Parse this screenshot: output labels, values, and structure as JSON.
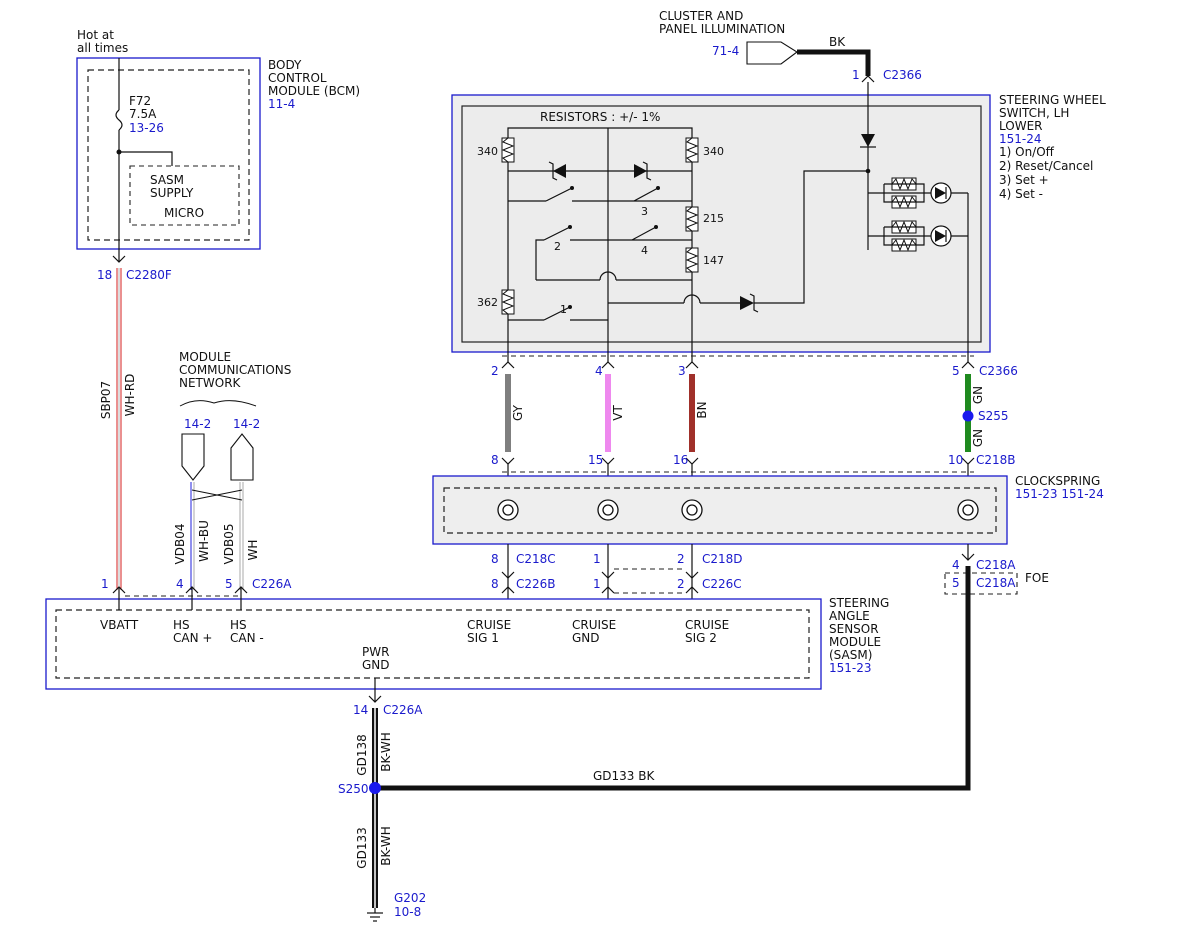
{
  "hot_at_all_times": [
    "Hot at",
    "all times"
  ],
  "bcm": {
    "name_lines": [
      "BODY",
      "CONTROL",
      "MODULE (BCM)"
    ],
    "ref": "11-4",
    "fuse": [
      "F72",
      "7.5A"
    ],
    "fuse_ref": "13-26",
    "supply_lines": [
      "SASM",
      "SUPPLY"
    ],
    "micro": "MICRO"
  },
  "cluster": {
    "lines": [
      "CLUSTER AND",
      "PANEL ILLUMINATION"
    ],
    "ref": "71-4",
    "wire_color": "BK",
    "pin": "1",
    "connector": "C2366"
  },
  "swsw": {
    "name_lines": [
      "STEERING WHEEL",
      "SWITCH, LH",
      "LOWER"
    ],
    "ref": "151-24",
    "functions": [
      "1) On/Off",
      "2) Reset/Cancel",
      "3) Set +",
      "4) Set -"
    ],
    "resistors_label": "RESISTORS : +/- 1%",
    "resistor_values": [
      "340",
      "340",
      "215",
      "147",
      "362"
    ],
    "switch_numbers": [
      "1",
      "2",
      "3",
      "4"
    ]
  },
  "mcn": {
    "lines": [
      "MODULE",
      "COMMUNICATIONS",
      "NETWORK"
    ],
    "refs": [
      "14-2",
      "14-2"
    ]
  },
  "bcm_to_sasm": {
    "pin_top": "18",
    "conn_top": "C2280F",
    "circuit": "SBP07",
    "color": "WH-RD"
  },
  "upper_wires": [
    {
      "pin_top": "2",
      "color": "GY",
      "pin_bottom": "8",
      "hex": "#7f7f7f"
    },
    {
      "pin_top": "4",
      "color": "VT",
      "pin_bottom": "15",
      "hex": "#ee88ee"
    },
    {
      "pin_top": "3",
      "color": "BN",
      "pin_bottom": "16",
      "hex": "#a0302a"
    },
    {
      "pin_top": "5",
      "color": "GN",
      "pin_bottom": "10",
      "hex": "#1f8a1f"
    }
  ],
  "upper_conn_top": "C2366",
  "upper_conn_bottom": "C218B",
  "splice_s255": "S255",
  "gn_color_2": "GN",
  "clockspring": {
    "name": "CLOCKSPRING",
    "refs": "151-23  151-24"
  },
  "clockspring_lower": {
    "c218c": {
      "pin": "8",
      "conn": "C218C"
    },
    "c218d_pin1": "1",
    "c218d": {
      "pin": "2",
      "conn": "C218D"
    },
    "c218a": {
      "pin": "4",
      "conn": "C218A"
    }
  },
  "sasm_pins": {
    "p1": "1",
    "p4": "4",
    "p5": "5",
    "c226a": "C226A",
    "c226b": {
      "pin": "8",
      "conn": "C226B"
    },
    "c226c_pin1": "1",
    "c226c": {
      "pin": "2",
      "conn": "C226C"
    }
  },
  "foe": {
    "pin": "5",
    "conn": "C218A",
    "label": "FOE"
  },
  "can_wires": {
    "vdb04": "VDB04",
    "vdb04_color": "WH-BU",
    "vdb05": "VDB05",
    "vdb05_color": "WH"
  },
  "sasm": {
    "name_lines": [
      "STEERING",
      "ANGLE",
      "SENSOR",
      "MODULE",
      "(SASM)"
    ],
    "ref": "151-23",
    "pin_labels": {
      "vbatt": "VBATT",
      "hscanp": [
        "HS",
        "CAN +"
      ],
      "hscann": [
        "HS",
        "CAN -"
      ],
      "cs1": [
        "CRUISE",
        "SIG 1"
      ],
      "cgnd": [
        "CRUISE",
        "GND"
      ],
      "cs2": [
        "CRUISE",
        "SIG 2"
      ],
      "pwrgnd": [
        "PWR",
        "GND"
      ]
    }
  },
  "ground": {
    "pin": "14",
    "conn": "C226A",
    "gd138": "GD138",
    "gd138_color": "BK-WH",
    "splice": "S250",
    "gd133": "GD133",
    "gd133_color": "BK-WH",
    "gd133_bk": "GD133   BK",
    "g202": "G202",
    "g202_ref": "10-8"
  }
}
